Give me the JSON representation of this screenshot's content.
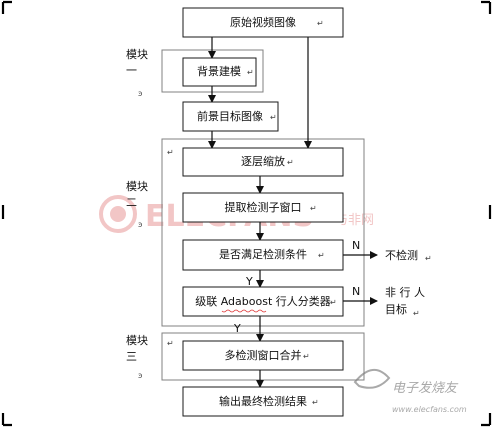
{
  "nodes": {
    "source_video": "原始视频图像",
    "background_model": "背景建模",
    "foreground_image": "前景目标图像",
    "layer_scaling": "逐层缩放",
    "extract_window": "提取检测子窗口",
    "check_condition": "是否满足检测条件",
    "cascade_classifier_prefix": "级联 ",
    "cascade_classifier_word": "Adaboost",
    "cascade_classifier_suffix": " 行人分类器",
    "merge_windows": "多检测窗口合并",
    "final_output": "输出最终检测结果"
  },
  "modules": {
    "module_1": "模块一",
    "module_2": "模块二",
    "module_3": "模块三"
  },
  "branches": {
    "yes": "Y",
    "no": "N",
    "no_detect": "不检测",
    "non_pedestrian": "非 行 人",
    "target": "目标"
  },
  "marks": {
    "return": "↵",
    "sect": "ꜿ"
  },
  "watermarks": {
    "elecfans_main": "ELECFANS",
    "elecfans_suffix": "与非网",
    "eefocus_cn": "电子发烧友",
    "eefocus_en": "www.elecfans.com"
  },
  "colors": {
    "box_stroke": "#1a1a1a",
    "module_frame": "#808080",
    "watermark_pink": "#f2c6c6",
    "watermark_gray": "#a9a9a9"
  }
}
